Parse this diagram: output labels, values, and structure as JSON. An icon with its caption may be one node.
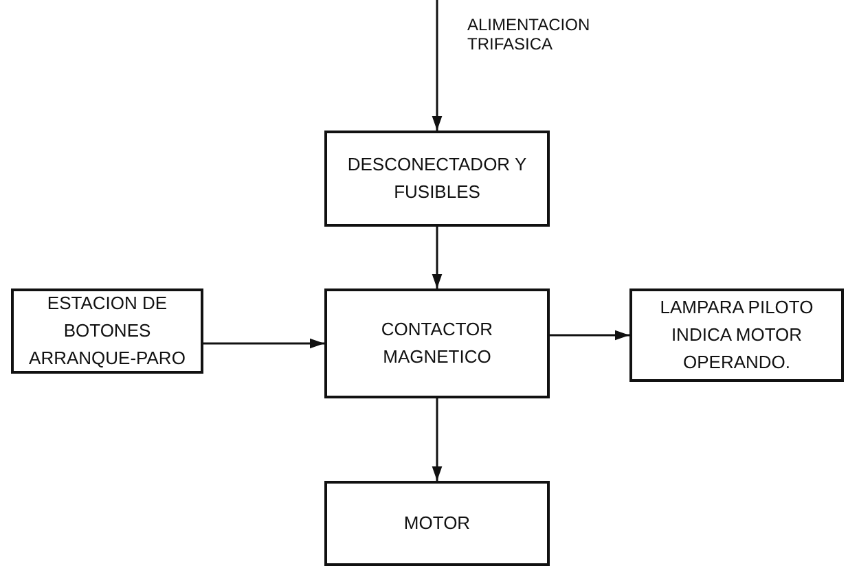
{
  "diagram": {
    "nodes": [
      {
        "text": [
          "DESCONECTADOR Y FUSIBLES"
        ]
      },
      {
        "text": [
          "ESTACION DE BOTONES ARRANQUE-PARO"
        ]
      },
      {
        "text": [
          "CONTACTOR MAGNETICO"
        ]
      },
      {
        "text": [
          "LAMPARA PILOTO INDICA MOTOR OPERANDO."
        ]
      },
      {
        "text": [
          "MOTOR"
        ]
      }
    ],
    "edges": [
      {
        "from": null,
        "to": 0,
        "arrow": "to"
      },
      {
        "from": 0,
        "to": 2,
        "arrow": "to"
      },
      {
        "from": 1,
        "to": 2,
        "arrow": "to"
      },
      {
        "from": 2,
        "to": 3,
        "arrow": "to"
      },
      {
        "from": 2,
        "to": 4,
        "arrow": "to"
      }
    ],
    "labels": [
      "ALIMENTACION TRIFASICA"
    ]
  }
}
